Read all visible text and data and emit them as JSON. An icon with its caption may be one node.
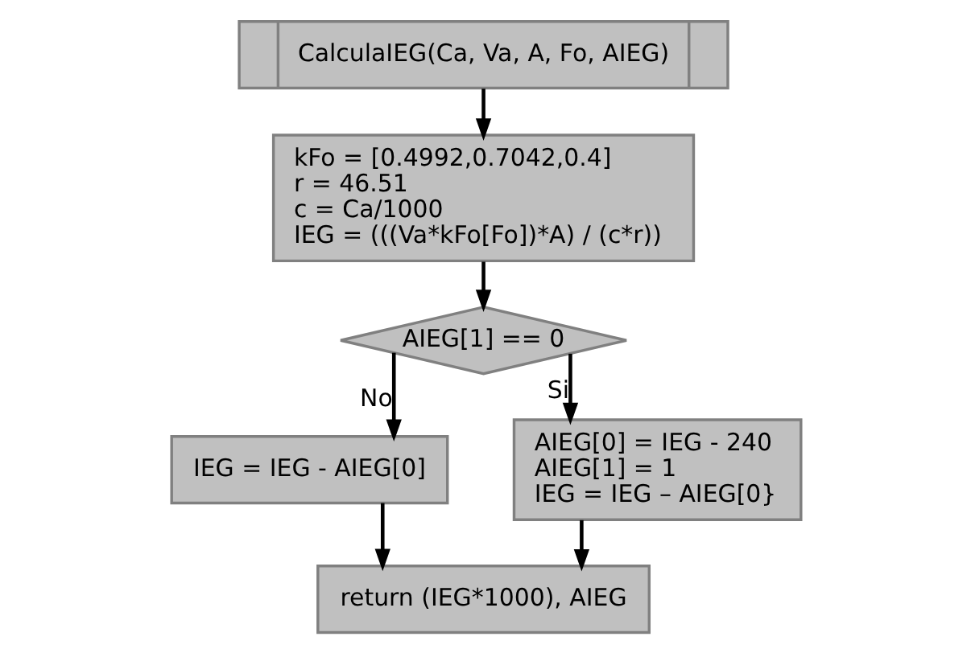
{
  "diagram": {
    "nodes": [
      {
        "text": [
          "CalculaIEG(Ca, Va, A, Fo, AIEG)"
        ]
      },
      {
        "text": [
          "kFo = [0.4992,0.7042,0.4]",
          "r = 46.51",
          "c = Ca/1000",
          "IEG = (((Va*kFo[Fo])*A) / (c*r))"
        ]
      },
      {
        "text": [
          "AIEG[1] == 0"
        ]
      },
      {
        "text": [
          "IEG = IEG - AIEG[0]"
        ]
      },
      {
        "text": [
          "AIEG[0] = IEG - 240",
          "AIEG[1] = 1",
          "IEG = IEG – AIEG[0}"
        ]
      },
      {
        "text": [
          "return (IEG*1000), AIEG"
        ]
      }
    ],
    "edges": [
      {
        "from": 0,
        "to": 1,
        "arrow": "to"
      },
      {
        "from": 1,
        "to": 2,
        "arrow": "to"
      },
      {
        "from": 2,
        "to": 3,
        "arrow": "to",
        "label": "No"
      },
      {
        "from": 2,
        "to": 4,
        "arrow": "to",
        "label": "Si"
      },
      {
        "from": 3,
        "to": 5,
        "arrow": "to"
      },
      {
        "from": 4,
        "to": 5,
        "arrow": "to"
      }
    ]
  }
}
